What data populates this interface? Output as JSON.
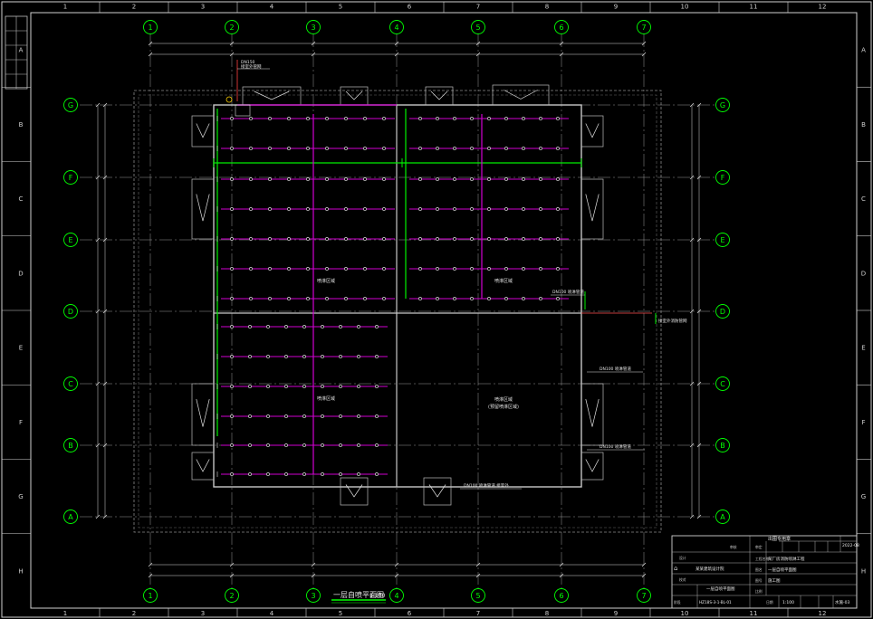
{
  "colors": {
    "background": "#000000",
    "frame": "#e0e0e0",
    "axis_line": "#9a9a9a",
    "grid_bubble": "#00ff00",
    "wall": "#c8c8c8",
    "pipe_main": "#00ee00",
    "pipe_branch": "#d000d0",
    "sprinkler": "#ffffff",
    "dimension": "#d8d8d8",
    "text": "#e8e8e8",
    "title_green": "#00ff00",
    "accent_red": "#ff3030",
    "accent_yellow": "#ffd000"
  },
  "border": {
    "columns": [
      "1",
      "2",
      "3",
      "4",
      "5",
      "6",
      "7",
      "8",
      "9",
      "10",
      "11",
      "12"
    ],
    "rows": [
      "A",
      "B",
      "C",
      "D",
      "E",
      "F",
      "G",
      "H"
    ]
  },
  "axes": {
    "columns": [
      "1",
      "2",
      "3",
      "4",
      "5",
      "6",
      "7"
    ],
    "rows": [
      "G",
      "F",
      "E",
      "D",
      "C",
      "B",
      "A"
    ]
  },
  "rooms": [
    {
      "id": "tl",
      "label": "喷淋区域"
    },
    {
      "id": "tr",
      "label": "喷淋区域"
    },
    {
      "id": "bl",
      "label": "喷淋区域"
    },
    {
      "id": "br",
      "label": "喷淋区域",
      "sub": "(预留喷淋区域)"
    }
  ],
  "annotations": {
    "riser_top": "DN150",
    "riser_note": "接室外管网",
    "right_note_1": "DN100 喷淋管道",
    "right_note_2": "DN100 喷淋管道",
    "right_note_3": "接室外消防管网",
    "bottom_note": "DN100 喷淋管道 接室外"
  },
  "drawing_title": {
    "text": "一层自喷平面图",
    "scale": "1:100"
  },
  "title_block": {
    "company": "某某建筑设计院",
    "date": "2022-08",
    "project": "某厂房消防喷淋工程",
    "drawing_name": "一层自喷平面图",
    "drawing_no": "水施-03",
    "scale": "1:100",
    "stage": "施工图",
    "sheet_code": "HZ18S-3-1-BL-01",
    "stamp": "出图专用章",
    "labels": [
      "设计",
      "校对",
      "审核",
      "审定",
      "工程名称",
      "图名",
      "图号",
      "比例",
      "阶段",
      "日期"
    ]
  }
}
